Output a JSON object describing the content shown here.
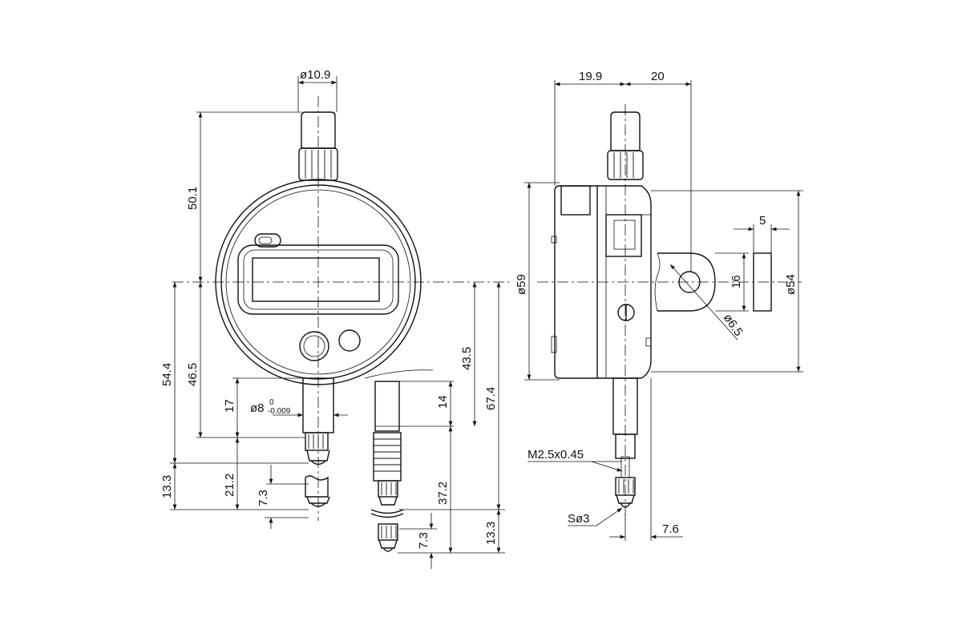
{
  "dimensions": {
    "front_view": {
      "stem_top_diameter": "ø10.9",
      "height_to_top": "50.1",
      "center_to_tip": "54.4",
      "center_to_stem_end": "46.5",
      "stem_length": "17",
      "stem_diameter": "ø8",
      "stem_tol_upper": "0",
      "stem_tol_lower": "-0.009",
      "tip_height_upper": "13.3",
      "tip_length": "21.2",
      "tip_short": "7.3",
      "back_center_height": "43.5",
      "back_total": "67.4",
      "back_stem": "14",
      "back_tip": "37.2",
      "back_tip_short": "7.3",
      "back_tip_lower": "13.3"
    },
    "side_view": {
      "width_left": "19.9",
      "width_right": "20",
      "body_diameter": "ø59",
      "bezel_diameter": "ø54",
      "lug_width": "5",
      "lug_height": "16",
      "lug_hole": "ø6.5",
      "thread": "M2.5x0.45",
      "ball": "Sø3",
      "tip_offset": "7.6"
    }
  }
}
